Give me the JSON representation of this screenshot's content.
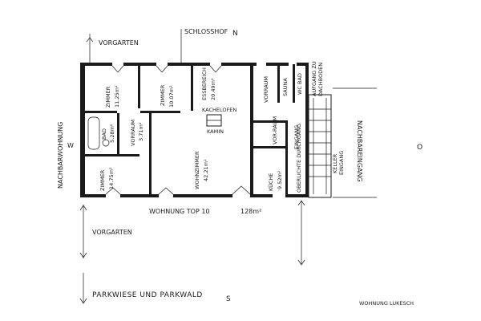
{
  "labels": {
    "vorgarten_top": "VORGARTEN",
    "schlosshof": "SCHLOSSHOF",
    "north": "N",
    "nachbarwohnung": "NACHBARWOHNUNG",
    "nachbareingang": "NACHBAREINGANG",
    "zimmer_1": "ZIMMER",
    "zimmer_1_area": "11.25m²",
    "zimmer_2": "ZIMMER",
    "zimmer_2_area": "10.07m²",
    "essbereich": "ESSBEREICH",
    "essbereich_area": "20.49m²",
    "kachelofen": "KACHELOFEN",
    "kamin": "KAMIN",
    "bad": "BAD",
    "bad_area": "5.28m²",
    "vorraum": "VORRAUM",
    "vorraum_area": "3.71m²",
    "zimmer_3": "ZIMMER",
    "zimmer_3_area": "14.75m²",
    "wohnzimmer": "WOHNZIMMER",
    "wohnzimmer_area": "42.21m²",
    "vorraum_2": "VORRAUM",
    "sauna": "SAUNA",
    "wc_bad": "WC BAD",
    "aufgang": "AUFGANG ZU",
    "dachboden": "DACHBODEN",
    "vor_raum": "VOR-RAUM",
    "eingang": "EINGANG",
    "kueche": "KÜCHE",
    "kueche_area": "9.52m²",
    "oberlichte": "OBERLICHTE DURCHGANG",
    "keller": "KELLER",
    "keller_eingang": "EINGANG",
    "title": "WOHNUNG TOP 10",
    "total_area": "128m²",
    "vorgarten_bottom": "VORGARTEN",
    "parkwiese": "PARKWIESE UND PARKWALD",
    "south": "S",
    "signature": "WOHNUNG LUKESCH",
    "west_mark": "W",
    "east_mark": "O"
  }
}
